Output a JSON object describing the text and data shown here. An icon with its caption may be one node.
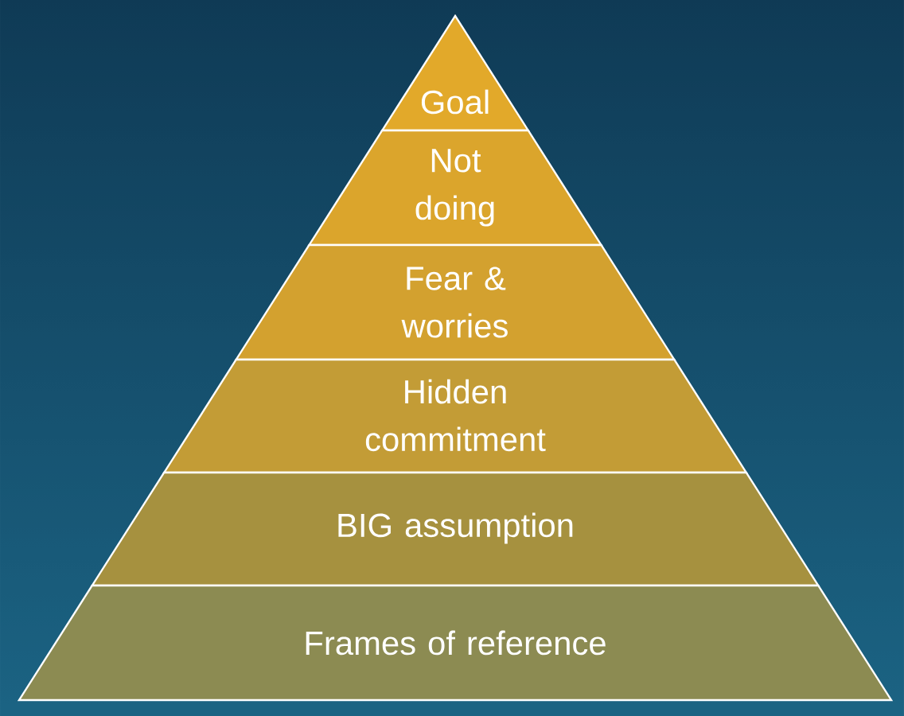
{
  "diagram": {
    "nodes": [
      {
        "text": [
          "Goal"
        ]
      },
      {
        "text": [
          "Not doing"
        ]
      },
      {
        "text": [
          "Fear & worries"
        ]
      },
      {
        "text": [
          "Hidden commitment"
        ]
      },
      {
        "text": [
          "BIG assumption"
        ]
      },
      {
        "text": [
          "Frames of reference"
        ]
      }
    ]
  }
}
